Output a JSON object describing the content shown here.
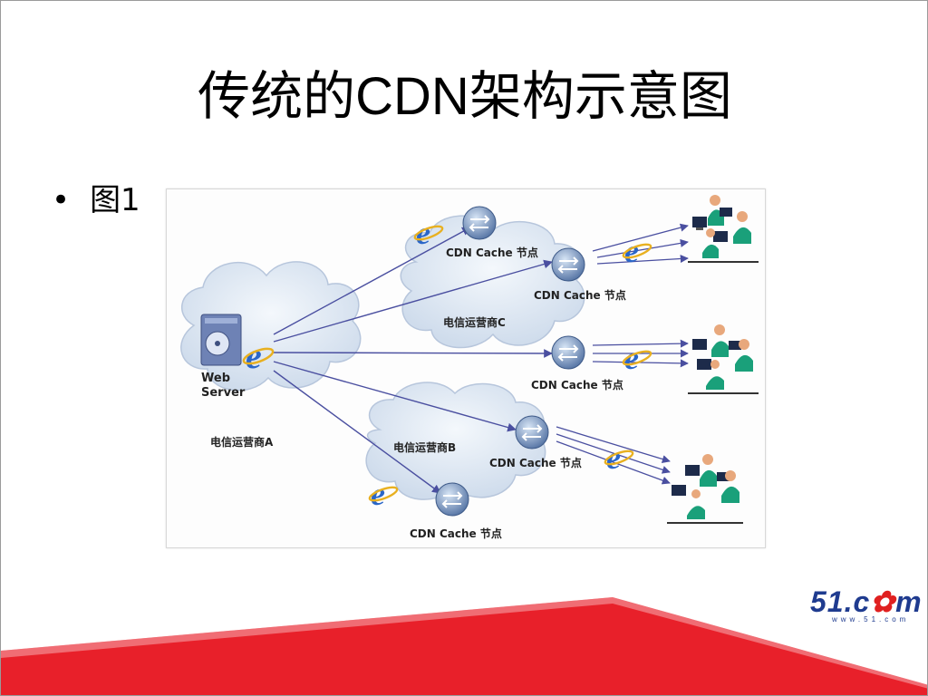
{
  "slide": {
    "title_prefix": "传统的",
    "title_latin": "CDN",
    "title_suffix": "架构示意图",
    "bullet": "图1"
  },
  "diagram": {
    "server_label_1": "Web",
    "server_label_2": "Server",
    "carrier_a": "电信运营商A",
    "carrier_b": "电信运营商B",
    "carrier_c": "电信运营商C",
    "cache_label": "CDN Cache 节点"
  },
  "logo": {
    "text_left": "51.c",
    "text_right": "m",
    "subtitle": "www.51.com",
    "brand_color": "#1f3b8f",
    "accent_color": "#e02020"
  },
  "colors": {
    "arrow": "#4a4fa0",
    "cloud_fill": "#dfe8f4",
    "cloud_stroke": "#b7c6dc",
    "footer_red": "#e8202a"
  }
}
